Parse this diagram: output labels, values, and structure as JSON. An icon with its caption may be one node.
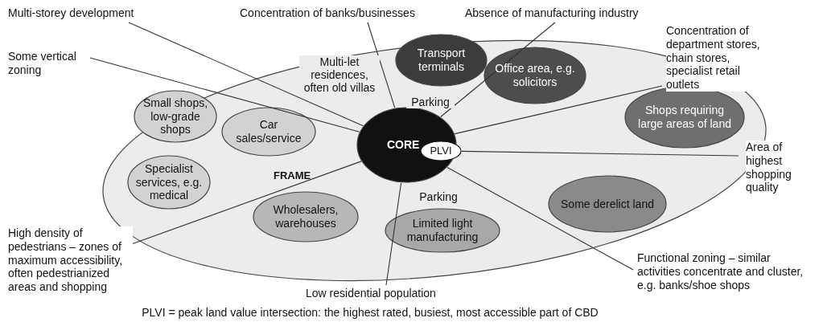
{
  "diagram": {
    "caption": "PLVI = peak land value intersection: the highest rated, busiest, most accessible part of CBD",
    "nodes": [
      {
        "text": [
          "FRAME"
        ]
      },
      {
        "text": [
          "CORE"
        ],
        "in": 0
      },
      {
        "text": [
          "PLVI"
        ],
        "in": 1
      },
      {
        "text": [
          "Transport terminals"
        ],
        "in": 0
      },
      {
        "text": [
          "Office area, e.g. solicitors"
        ],
        "in": 0
      },
      {
        "text": [
          "Small shops, low-grade shops"
        ],
        "in": 0
      },
      {
        "text": [
          "Car sales/service"
        ],
        "in": 0
      },
      {
        "text": [
          "Shops requiring large areas of land"
        ],
        "in": 0
      },
      {
        "text": [
          "Specialist services, e.g. medical"
        ],
        "in": 0
      },
      {
        "text": [
          "Wholesalers, warehouses"
        ],
        "in": 0
      },
      {
        "text": [
          "Some derelict land"
        ],
        "in": 0
      },
      {
        "text": [
          "Limited light manufacturing"
        ],
        "in": 0
      },
      {
        "text": [
          "Multi-storey development"
        ]
      },
      {
        "text": [
          "Concentration of banks/businesses"
        ]
      },
      {
        "text": [
          "Absence of manufacturing industry"
        ]
      },
      {
        "text": [
          "Some vertical zoning"
        ]
      },
      {
        "text": [
          "Concentration of department stores, chain stores, specialist retail outlets"
        ]
      },
      {
        "text": [
          "Area of highest shopping quality"
        ]
      },
      {
        "text": [
          "High density of pedestrians – zones of maximum accessibility, often pedestrianized areas and shopping"
        ]
      },
      {
        "text": [
          "Low residential population"
        ]
      },
      {
        "text": [
          "Functional zoning – similar activities concentrate and cluster, e.g. banks/shoe shops"
        ]
      }
    ],
    "edges": [
      {
        "from": 12,
        "to": 1,
        "arrow": "none"
      },
      {
        "from": 13,
        "to": 1,
        "arrow": "none"
      },
      {
        "from": 14,
        "to": 1,
        "arrow": "none"
      },
      {
        "from": 15,
        "to": 1,
        "arrow": "none"
      },
      {
        "from": 16,
        "to": 1,
        "arrow": "none"
      },
      {
        "from": 17,
        "to": 2,
        "arrow": "none"
      },
      {
        "from": 18,
        "to": 1,
        "arrow": "none"
      },
      {
        "from": 19,
        "to": 1,
        "arrow": "none"
      },
      {
        "from": 20,
        "to": 1,
        "arrow": "none"
      }
    ],
    "labels": [
      "Multi-let residences, often old villas",
      "Parking",
      "Parking"
    ]
  }
}
